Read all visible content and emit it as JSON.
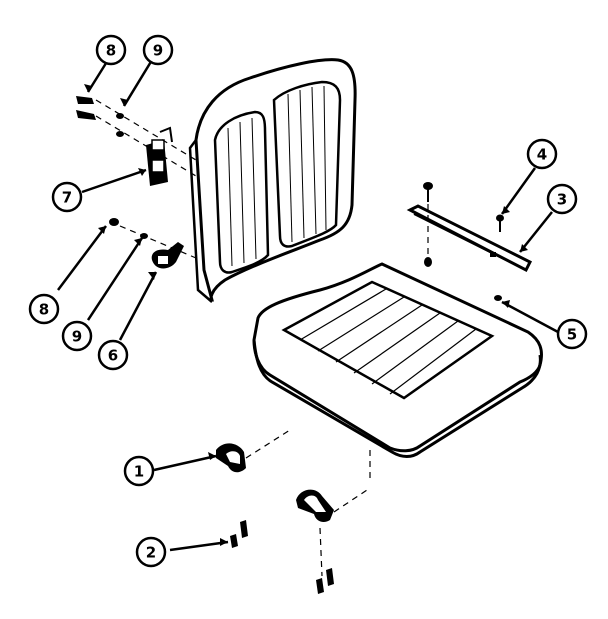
{
  "diagram": {
    "type": "exploded-parts-view",
    "ink_color": "#000000",
    "background": "#ffffff",
    "callouts": [
      {
        "id": "c8-top",
        "label": "8"
      },
      {
        "id": "c9-top",
        "label": "9"
      },
      {
        "id": "c7",
        "label": "7"
      },
      {
        "id": "c8-bottom",
        "label": "8"
      },
      {
        "id": "c9-bottom",
        "label": "9"
      },
      {
        "id": "c6",
        "label": "6"
      },
      {
        "id": "c4",
        "label": "4"
      },
      {
        "id": "c3",
        "label": "3"
      },
      {
        "id": "c5",
        "label": "5"
      },
      {
        "id": "c1",
        "label": "1"
      },
      {
        "id": "c2",
        "label": "2"
      }
    ]
  }
}
